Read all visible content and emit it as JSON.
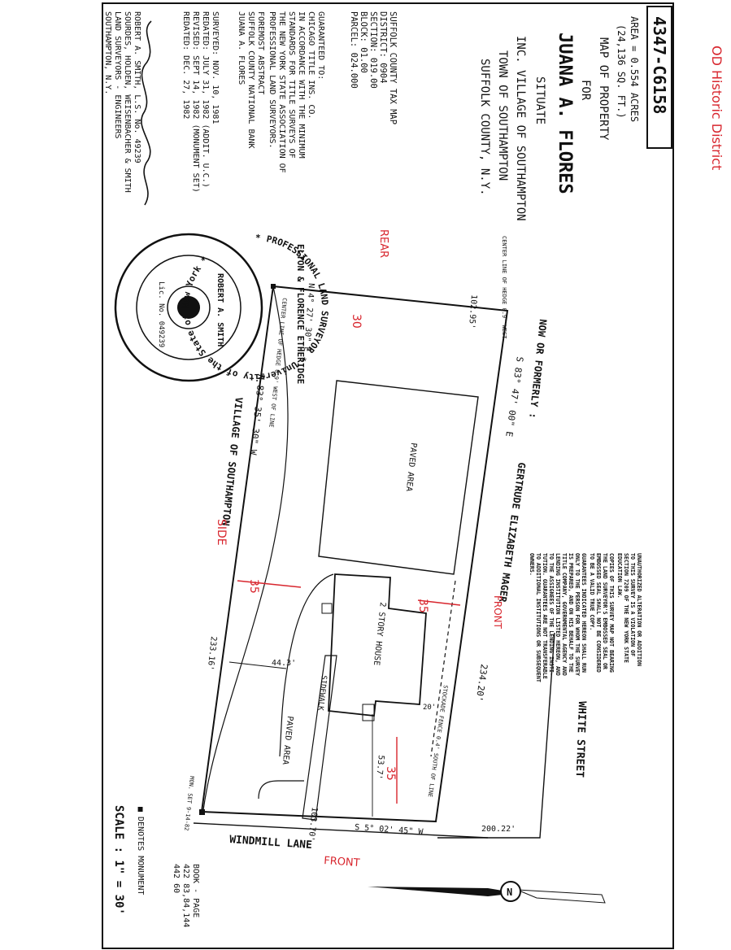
{
  "document": {
    "file_no": "4347-C6158",
    "area_line1": "AREA = 0.554 ACRES",
    "area_line2": "(24,136 SQ. FT.)",
    "map_of_property": "MAP OF PROPERTY",
    "for": "FOR",
    "owner_name": "JUANA A. FLORES",
    "situate": "SITUATE",
    "location_line1": "INC. VILLAGE OF SOUTHAMPTON",
    "location_line2": "TOWN OF SOUTHAMPTON",
    "location_line3": "SUFFOLK COUNTY, N.Y."
  },
  "tax_map": {
    "title": "SUFFOLK COUNTY TAX MAP",
    "district": "DISTRICT: 0904",
    "section": "SECTION: 019.00",
    "block": "BLOCK: 01.00",
    "parcel": "PARCEL: 024.000"
  },
  "guarantees": {
    "heading": "GUARANTEED TO:",
    "lines": [
      "CHICAGO TITLE INS. CO.",
      "IN ACCORDANCE WITH THE MINIMUM",
      "STANDARDS FOR TITLE SURVEYS OF",
      "THE NEW YORK STATE ASSOCIATION OF",
      "PROFESSIONAL LAND SURVEYORS.",
      "",
      "FOREMOST ABSTRACT",
      "SUFFOLK COUNTY NATIONAL BANK",
      "JUANA A. FLORES"
    ]
  },
  "survey_dates": {
    "surveyed": "SURVEYED: NOV. 10, 1981",
    "redated": "REDATED: JULY 31, 1982 (ADDIT. U.C.)",
    "revised": "REVISED: SEPT 14, 1982 (MONUMENT SET)",
    "redated2": "REDATED: DEC. 27, 1982"
  },
  "surveyor": {
    "line1": "ROBERT A. SMITH, L.S. No. 49239",
    "line2": "SOURDES, HOLDEN, WEISENBACHER & SMITH",
    "line3": "LAND SURVEYORS - ENGINEERS",
    "line4": "SOUTHAMPTON, N.Y."
  },
  "seal": {
    "outer_text": "* PROFESSIONAL LAND SURVEYOR * University of the State of New York *",
    "name": "ROBERT A. SMITH",
    "license": "Lic. No. 049239"
  },
  "notice": {
    "lines": [
      "UNAUTHORIZED ALTERATION OR ADDITION",
      "TO THIS SURVEY IS A VIOLATION OF",
      "SECTION 7209 OF THE NEW YORK STATE",
      "EDUCATION LAW.",
      "COPIES OF THIS SURVEY MAP NOT BEARING",
      "THE LAND SURVEYOR'S EMBOSSED SEAL OR",
      "EMBOSSED SEAL SHALL NOT BE CONSIDERED",
      "TO BE A VALID TRUE COPY.",
      "GUARANTEES INDICATED HEREON SHALL RUN",
      "ONLY TO THE PERSON FOR WHOM THE SURVEY",
      "IS PREPARED, AND ON HIS BEHALF TO THE",
      "TITLE COMPANY, GOVERNMENTAL AGENCY AND",
      "LENDING INSTITUTION LISTED HEREON, AND",
      "TO THE ASSIGNEES OF THE LENDING INSTI-",
      "TUTION. GUARANTEES ARE NOT TRANSFERABLE",
      "TO ADDITIONAL INSTITUTIONS OR SUBSEQUENT",
      "OWNERS."
    ]
  },
  "plan": {
    "neighbor_rear": "ELTON & FLORENCE ETHERIDGE",
    "now_or_formerly": "NOW OR FORMERLY :",
    "neighbor_side": "GERTRUDE ELIZABETH MAGER",
    "village": "VILLAGE OF SOUTHAMPTON",
    "street_white": "WHITE STREET",
    "street_windmill": "WINDMILL LANE",
    "bearing_rear": "N 4° 27' 30\" E",
    "dist_rear": "102.95'",
    "bearing_side1": "S 83° 47' 00\" E",
    "dist_side1": "234.20'",
    "bearing_side2": "N 83° 35' 30\" W",
    "dist_side2": "233.16'",
    "bearing_front": "S 5° 02' 45\" W",
    "dist_front": "103.70'",
    "dist_white": "200.22'",
    "paved_area": "PAVED AREA",
    "house": "2 STORY HOUSE",
    "sidewalk": "SIDEWALK",
    "stockade_fence": "STOCKADE FENCE 0.4' SOUTH OF LINE",
    "center_hedge_rear": "CENTER LINE OF HEDGE 0.9' WEST",
    "center_hedge_side": "CENTER LINE OF HEDGE 0.9' WEST OF LINE",
    "dim_44": "44.3'",
    "dim_53": "53.7'",
    "dim_20": "20'",
    "monument_set": "MON. SET 9-14-82"
  },
  "footer": {
    "book_page_title": "BOOK - PAGE",
    "book_page_1": "422   83,84,144",
    "book_page_2": "442   60",
    "monument_legend": "■ DENOTES MONUMENT",
    "scale": "SCALE : 1\" = 30'"
  },
  "annotations": {
    "historic": "OD Historic District",
    "rear": "REAR",
    "rear_30": "30",
    "side_label": "SIDE",
    "side_35_left": "35",
    "side_35_right": "35",
    "front_label": "FRONT",
    "front_35": "35",
    "front_yard": "FRONT"
  },
  "colors": {
    "ink": "#111111",
    "red_annotation": "#d8262e"
  }
}
